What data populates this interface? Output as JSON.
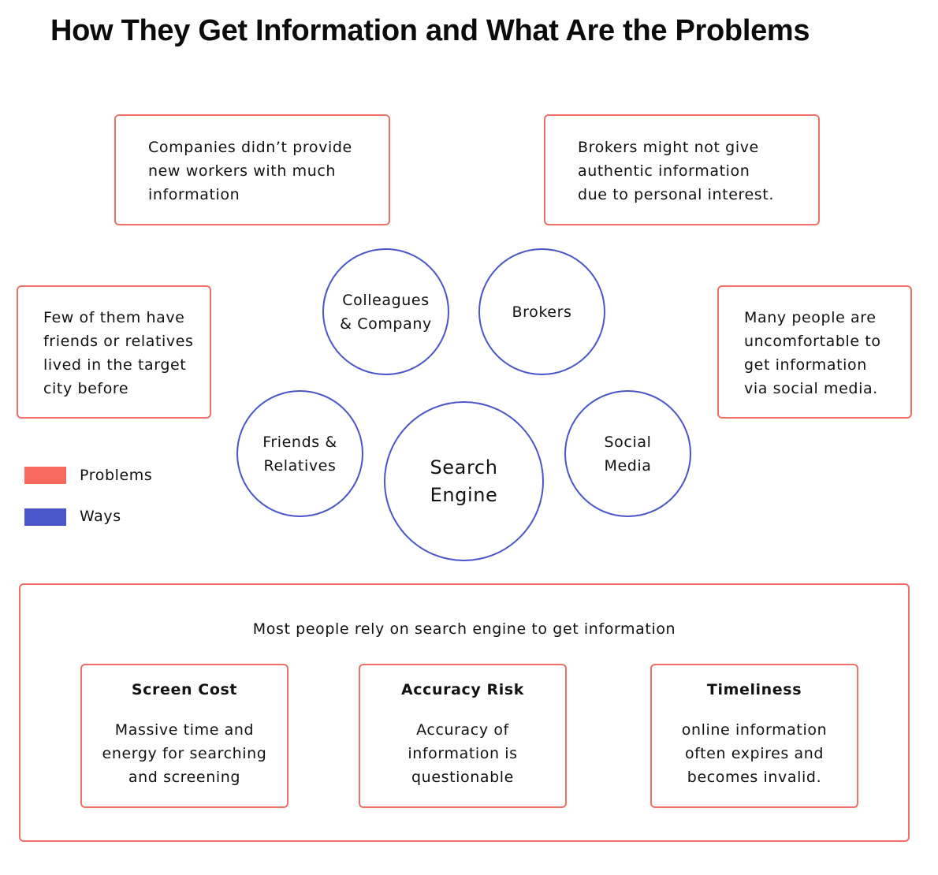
{
  "title": "How They Get Information and What Are the Problems",
  "colors": {
    "problems": "#f86a5e",
    "ways": "#4a55c8"
  },
  "problems": {
    "companies": "Companies didn’t provide\nnew workers with much\ninformation",
    "brokers": "Brokers might not give\nauthentic information\ndue to personal interest.",
    "friends": "Few of them have\nfriends or relatives\nlived in the target\ncity before",
    "social": "Many people are\nuncomfortable to\nget information\nvia social media."
  },
  "ways": {
    "colleagues": "Colleagues\n& Company",
    "brokers": "Brokers",
    "friends": "Friends &\nRelatives",
    "search": "Search\nEngine",
    "social": "Social\nMedia"
  },
  "legend": {
    "problems": "Problems",
    "ways": "Ways"
  },
  "search_section": {
    "heading": "Most people rely on search engine to get information",
    "cards": [
      {
        "title": "Screen Cost",
        "text": "Massive time and\nenergy for searching\nand screening"
      },
      {
        "title": "Accuracy Risk",
        "text": "Accuracy of\ninformation is\nquestionable"
      },
      {
        "title": "Timeliness",
        "text": "online information\noften expires and\nbecomes invalid."
      }
    ]
  }
}
